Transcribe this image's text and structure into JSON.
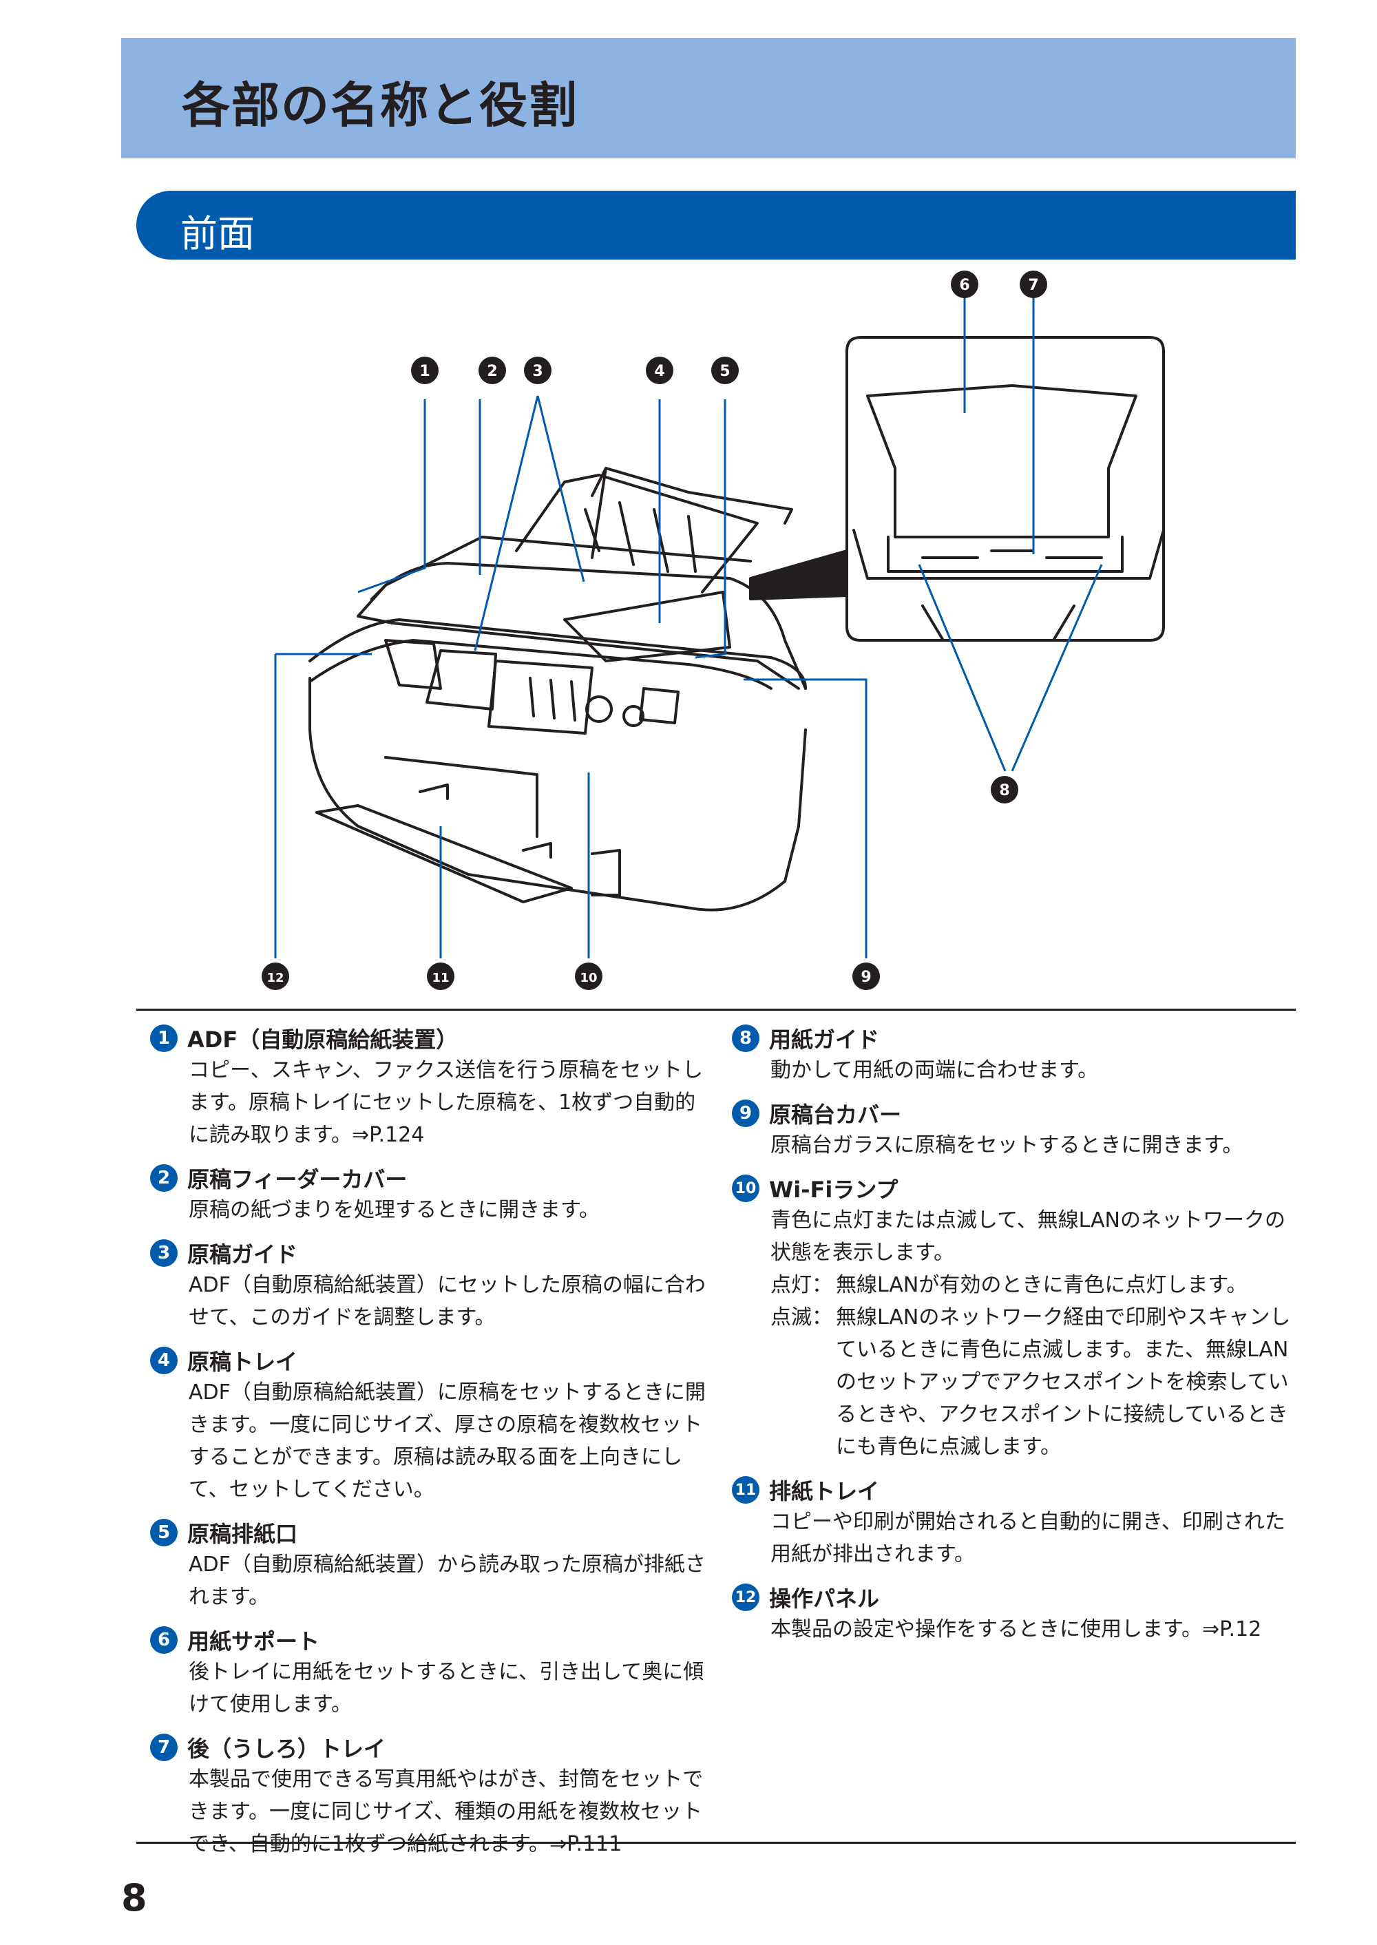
{
  "page": {
    "title": "各部の名称と役割",
    "section": "前面",
    "number": "8"
  },
  "figure": {
    "callouts": [
      "1",
      "2",
      "3",
      "4",
      "5",
      "6",
      "7",
      "8",
      "9",
      "10",
      "11",
      "12"
    ]
  },
  "items": [
    {
      "num": "1",
      "title": "ADF（自動原稿給紙装置）",
      "desc": "コピー、スキャン、ファクス送信を行う原稿をセットします。原稿トレイにセットした原稿を、1枚ずつ自動的に読み取ります。⇒P.124"
    },
    {
      "num": "2",
      "title": "原稿フィーダーカバー",
      "desc": "原稿の紙づまりを処理するときに開きます。"
    },
    {
      "num": "3",
      "title": "原稿ガイド",
      "desc": "ADF（自動原稿給紙装置）にセットした原稿の幅に合わせて、このガイドを調整します。"
    },
    {
      "num": "4",
      "title": "原稿トレイ",
      "desc": "ADF（自動原稿給紙装置）に原稿をセットするときに開きます。一度に同じサイズ、厚さの原稿を複数枚セットすることができます。原稿は読み取る面を上向きにして、セットしてください。"
    },
    {
      "num": "5",
      "title": "原稿排紙口",
      "desc": "ADF（自動原稿給紙装置）から読み取った原稿が排紙されます。"
    },
    {
      "num": "6",
      "title": "用紙サポート",
      "desc": "後トレイに用紙をセットするときに、引き出して奥に傾けて使用します。"
    },
    {
      "num": "7",
      "title": "後（うしろ）トレイ",
      "desc": "本製品で使用できる写真用紙やはがき、封筒をセットできます。一度に同じサイズ、種類の用紙を複数枚セットでき、自動的に1枚ずつ給紙されます。⇒P.111"
    },
    {
      "num": "8",
      "title": "用紙ガイド",
      "desc": "動かして用紙の両端に合わせます。"
    },
    {
      "num": "9",
      "title": "原稿台カバー",
      "desc": "原稿台ガラスに原稿をセットするときに開きます。"
    },
    {
      "num": "10",
      "title": "Wi-Fiランプ",
      "desc": "青色に点灯または点滅して、無線LANのネットワークの状態を表示します。",
      "sub": [
        {
          "label": "点灯：",
          "text": "無線LANが有効のときに青色に点灯します。"
        },
        {
          "label": "点滅：",
          "text": "無線LANのネットワーク経由で印刷やスキャンしているときに青色に点滅します。また、無線LANのセットアップでアクセスポイントを検索しているときや、アクセスポイントに接続しているときにも青色に点滅します。"
        }
      ]
    },
    {
      "num": "11",
      "title": "排紙トレイ",
      "desc": "コピーや印刷が開始されると自動的に開き、印刷された用紙が排出されます。"
    },
    {
      "num": "12",
      "title": "操作パネル",
      "desc": "本製品の設定や操作をするときに使用します。⇒P.12"
    }
  ]
}
